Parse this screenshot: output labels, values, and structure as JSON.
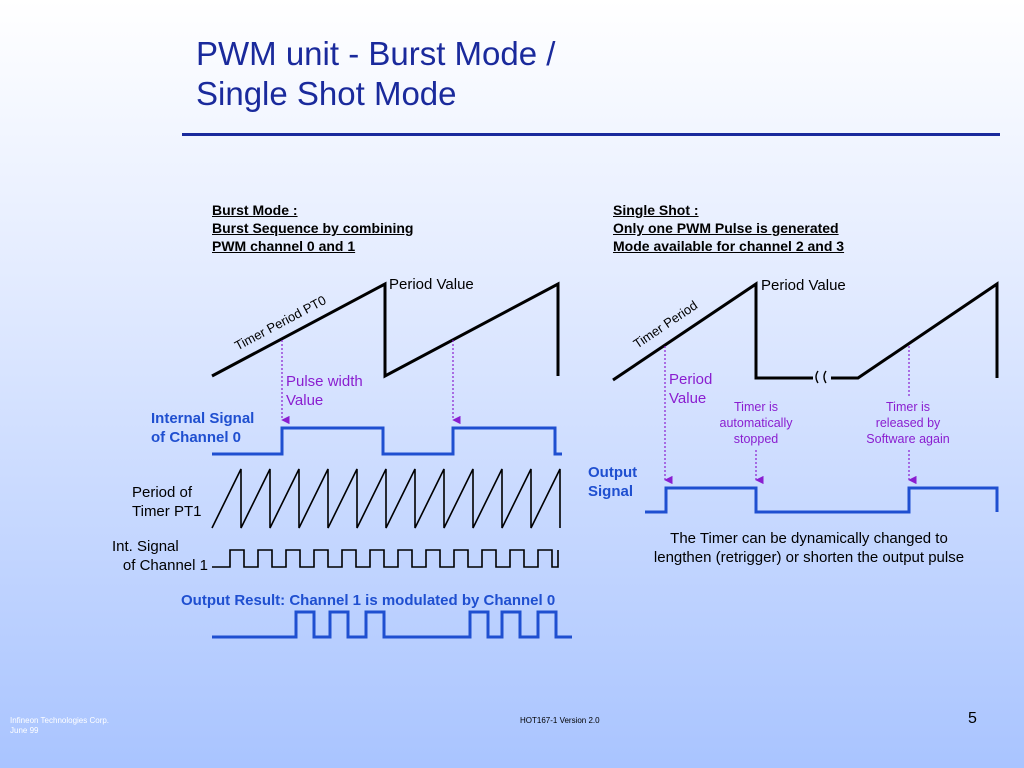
{
  "slide": {
    "title_line1": "PWM unit - Burst Mode /",
    "title_line2": "Single Shot Mode",
    "page_number": "5",
    "footer_company": "Infineon Technologies Corp.",
    "footer_date": "June 99",
    "footer_version": "HOT167-1  Version 2.0"
  },
  "burst": {
    "header1": "Burst Mode :",
    "header2": "Burst Sequence by combining",
    "header3": "PWM channel  0 and 1",
    "timer_label": "Timer Period PT0",
    "period_value": "Period Value",
    "pulse_width1": "Pulse width",
    "pulse_width2": "Value",
    "internal_signal1": "Internal Signal",
    "internal_signal2": "of Channel 0",
    "period_of1": "Period of",
    "period_of2": "Timer PT1",
    "int_signal1": "Int. Signal",
    "int_signal2": "of Channel 1",
    "output_result": "Output Result: Channel 1 is modulated by Channel 0"
  },
  "single": {
    "header1": "Single Shot :",
    "header2": "Only one PWM Pulse is generated ",
    "header3": "Mode available for channel 2 and 3",
    "timer_label": "Timer Period",
    "period_value": "Period Value",
    "pv1": "Period",
    "pv2": "Value",
    "stopped1": "Timer is",
    "stopped2": "automatically",
    "stopped3": "stopped",
    "released1": "Timer is",
    "released2": "released by",
    "released3": "Software again",
    "output1": "Output",
    "output2": "Signal",
    "note1": "The Timer can be dynamically changed to",
    "note2": "lengthen (retrigger) or shorten the output pulse"
  },
  "colors": {
    "title": "#1a2a9c",
    "signal": "#1f4fd0",
    "marker": "#8a1ed0",
    "timer": "#000000"
  }
}
